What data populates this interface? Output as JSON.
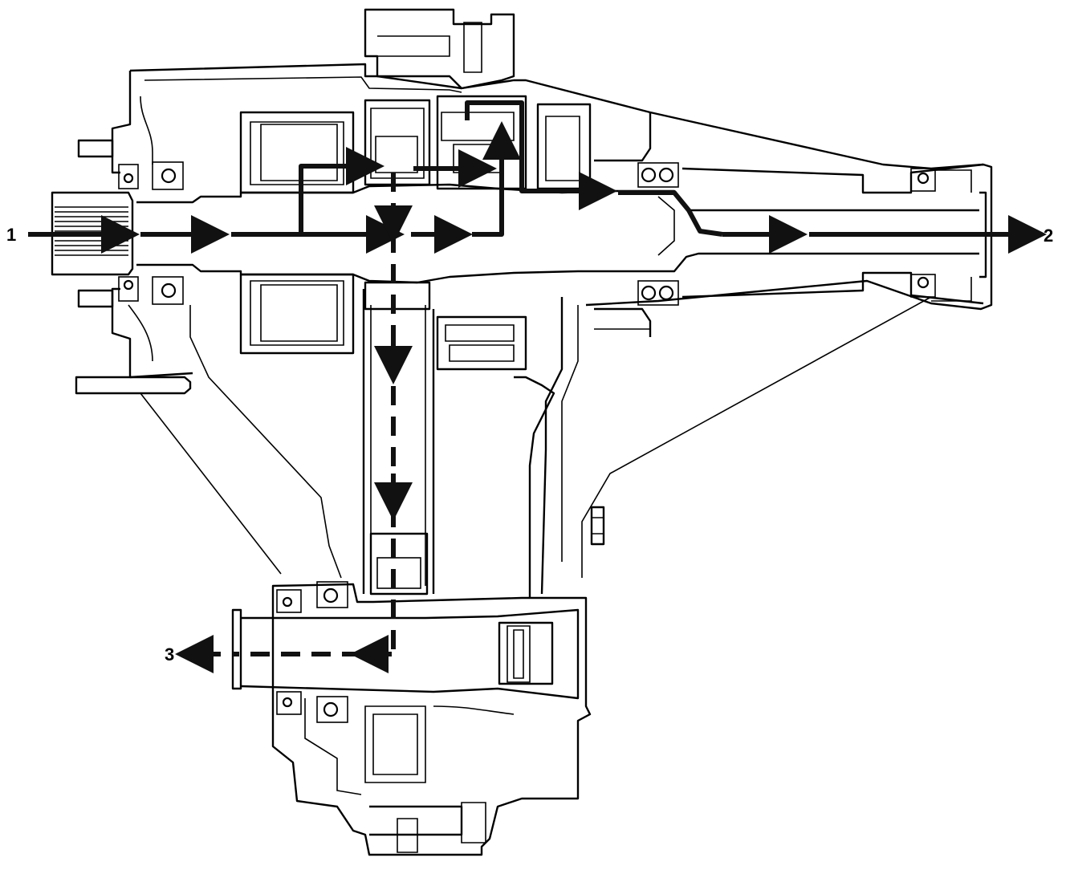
{
  "callouts": [
    {
      "id": "1",
      "text": "1"
    },
    {
      "id": "2",
      "text": "2"
    },
    {
      "id": "3",
      "text": "3"
    }
  ],
  "colors": {
    "ink": "#000000",
    "paper": "#ffffff",
    "flow": "#111111"
  },
  "flow_paths": {
    "input_to_rear_output": "solid",
    "to_front_output": "dashed"
  }
}
